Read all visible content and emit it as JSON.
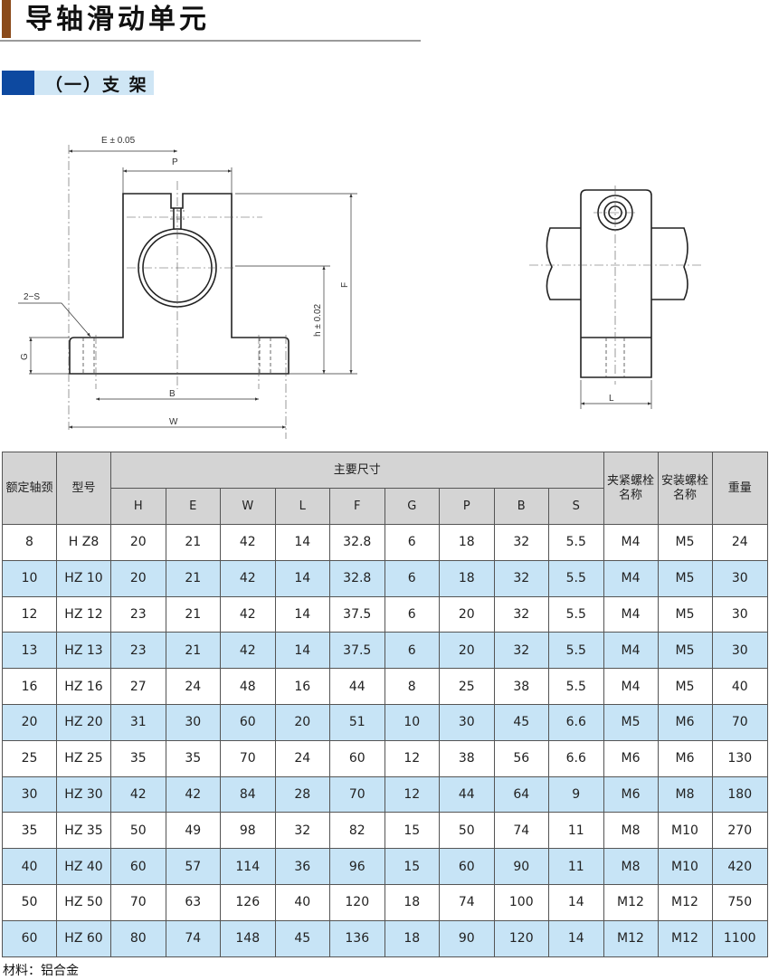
{
  "header": {
    "title": "导轴滑动单元"
  },
  "section": {
    "title": "（一）支 架"
  },
  "drawing": {
    "label_E": "E ± 0.05",
    "label_P": "P",
    "label_F": "F",
    "label_h": "h ± 0.02",
    "label_2S": "2−S",
    "label_G": "G",
    "label_B": "B",
    "label_W": "W",
    "label_L": "L"
  },
  "table": {
    "col_axis": "额定轴颈",
    "col_model": "型号",
    "group_main": "主要尺寸",
    "dims": [
      "H",
      "E",
      "W",
      "L",
      "F",
      "G",
      "P",
      "B",
      "S"
    ],
    "col_clamp": "夹紧螺栓名称",
    "col_mount": "安装螺栓名称",
    "col_weight": "重量",
    "rows": [
      [
        "8",
        "H Z8",
        "20",
        "21",
        "42",
        "14",
        "32.8",
        "6",
        "18",
        "32",
        "5.5",
        "M4",
        "M5",
        "24"
      ],
      [
        "10",
        "HZ 10",
        "20",
        "21",
        "42",
        "14",
        "32.8",
        "6",
        "18",
        "32",
        "5.5",
        "M4",
        "M5",
        "30"
      ],
      [
        "12",
        "HZ 12",
        "23",
        "21",
        "42",
        "14",
        "37.5",
        "6",
        "20",
        "32",
        "5.5",
        "M4",
        "M5",
        "30"
      ],
      [
        "13",
        "HZ 13",
        "23",
        "21",
        "42",
        "14",
        "37.5",
        "6",
        "20",
        "32",
        "5.5",
        "M4",
        "M5",
        "30"
      ],
      [
        "16",
        "HZ 16",
        "27",
        "24",
        "48",
        "16",
        "44",
        "8",
        "25",
        "38",
        "5.5",
        "M4",
        "M5",
        "40"
      ],
      [
        "20",
        "HZ 20",
        "31",
        "30",
        "60",
        "20",
        "51",
        "10",
        "30",
        "45",
        "6.6",
        "M5",
        "M6",
        "70"
      ],
      [
        "25",
        "HZ 25",
        "35",
        "35",
        "70",
        "24",
        "60",
        "12",
        "38",
        "56",
        "6.6",
        "M6",
        "M6",
        "130"
      ],
      [
        "30",
        "HZ 30",
        "42",
        "42",
        "84",
        "28",
        "70",
        "12",
        "44",
        "64",
        "9",
        "M6",
        "M8",
        "180"
      ],
      [
        "35",
        "HZ 35",
        "50",
        "49",
        "98",
        "32",
        "82",
        "15",
        "50",
        "74",
        "11",
        "M8",
        "M10",
        "270"
      ],
      [
        "40",
        "HZ 40",
        "60",
        "57",
        "114",
        "36",
        "96",
        "15",
        "60",
        "90",
        "11",
        "M8",
        "M10",
        "420"
      ],
      [
        "50",
        "HZ 50",
        "70",
        "63",
        "126",
        "40",
        "120",
        "18",
        "74",
        "100",
        "14",
        "M12",
        "M12",
        "750"
      ],
      [
        "60",
        "HZ 60",
        "80",
        "74",
        "148",
        "45",
        "136",
        "18",
        "90",
        "120",
        "14",
        "M12",
        "M12",
        "1100"
      ]
    ]
  },
  "footer": {
    "material": "材料：铝合金"
  },
  "colors": {
    "title_accent": "#8a4a1a",
    "section_accent": "#0d49a0",
    "section_bg": "#cfe6f5",
    "row_alt": "#c7e4f6",
    "header_bg": "#d4d4d4"
  }
}
